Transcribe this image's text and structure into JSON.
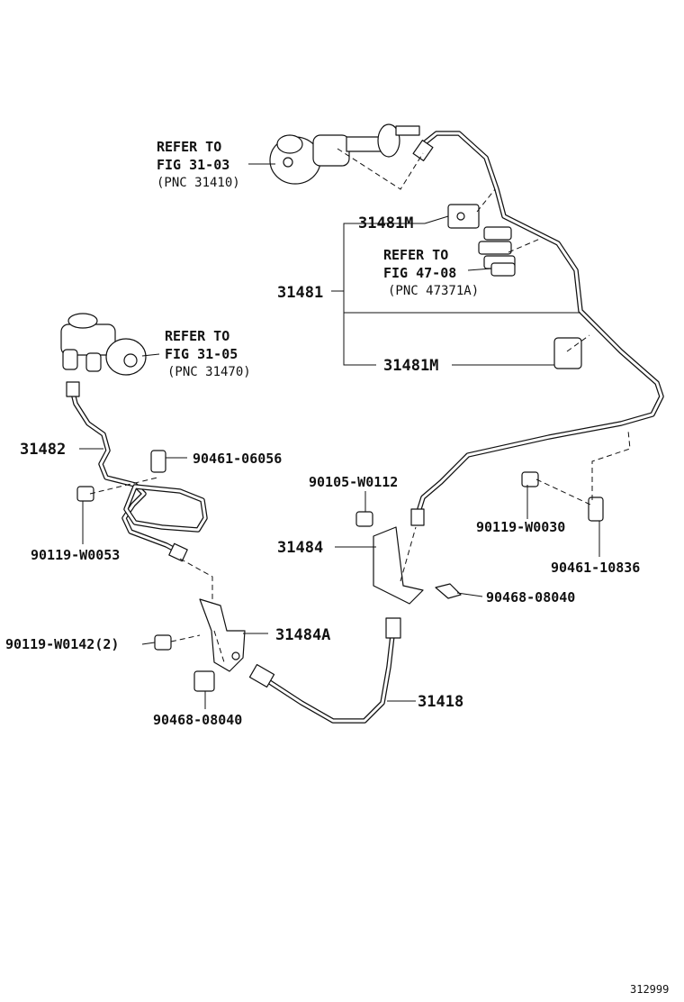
{
  "figure_number": "312999",
  "labels": {
    "master_cyl_ref": {
      "line1": "REFER TO",
      "line2": "FIG 31-03",
      "line3": "(PNC 31410)"
    },
    "release_cyl_ref": {
      "line1": "REFER TO",
      "line2": "FIG 31-05",
      "line3": "(PNC 31470)"
    },
    "clamp_ref": {
      "line1": "REFER TO",
      "line2": "FIG 47-08",
      "line3": "(PNC 47371A)"
    },
    "p31481": "31481",
    "p31481m_top": "31481M",
    "p31481m_bottom": "31481M",
    "p31482": "31482",
    "p90461_06056": "90461-06056",
    "p90119_w0053": "90119-W0053",
    "p90105_w0112": "90105-W0112",
    "p90119_w0030": "90119-W0030",
    "p90461_10836": "90461-10836",
    "p31484": "31484",
    "p90468_08040_right": "90468-08040",
    "p90119_w0142": "90119-W0142(2)",
    "p31484a": "31484A",
    "p31418": "31418",
    "p90468_08040_left": "90468-08040"
  }
}
